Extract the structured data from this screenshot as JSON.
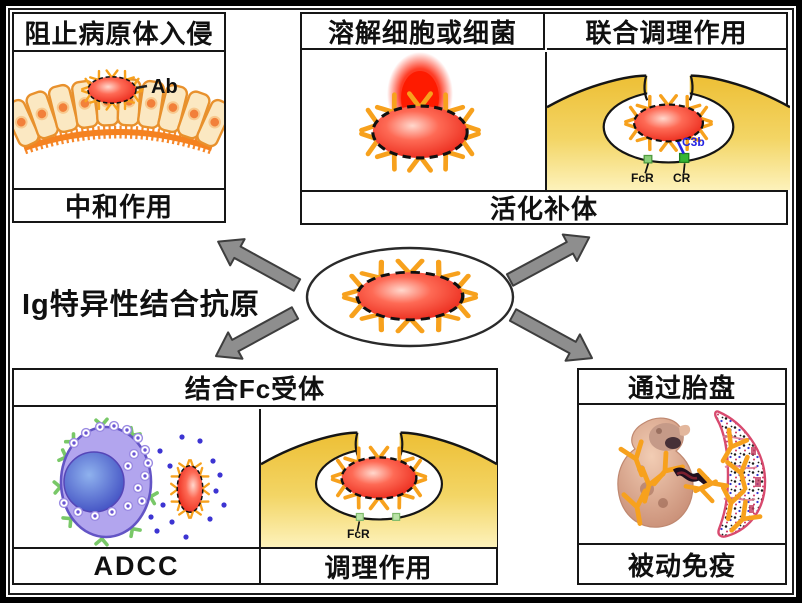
{
  "figure": {
    "center_label": "Ig特异性结合抗原",
    "top_left": {
      "title": "阻止病原体入侵",
      "caption": "中和作用",
      "antibody_label": "Ab"
    },
    "top_group": {
      "title_lysis": "溶解细胞或细菌",
      "title_combined_opsonization": "联合调理作用",
      "caption": "活化补体",
      "fcr_label": "FcR",
      "cr_label": "CR",
      "c3b_label": "C3b"
    },
    "bottom_left_group": {
      "title": "结合Fc受体",
      "caption_adcc": "ADCC",
      "caption_opsonization": "调理作用",
      "fcr_label": "FcR"
    },
    "bottom_right": {
      "title": "通过胎盘",
      "caption": "被动免疫"
    }
  },
  "colors": {
    "antibody_orange": "#f7a11d",
    "antigen_red": "#e92517",
    "phagocyte_yellow": "#f3d565",
    "nk_cell_purple": "#b2a5ee",
    "receptor_green": "#8bcf7a",
    "c3b_blue": "#2525e2",
    "arrow_gray": "#8e8e8e",
    "placenta_pink": "#d84a6e",
    "border_black": "#161616"
  }
}
